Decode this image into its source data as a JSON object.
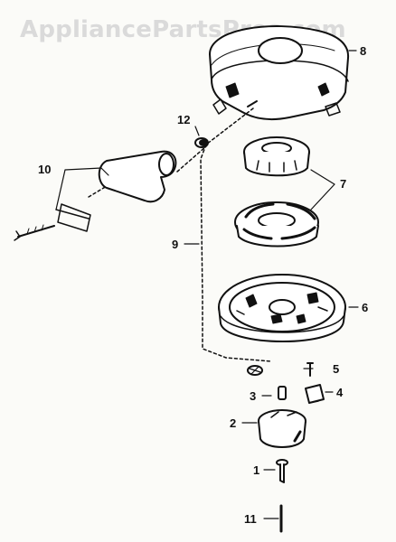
{
  "watermark": "AppliancePartsPros.com",
  "colors": {
    "ink": "#111111",
    "background": "#fbfbf8",
    "watermark": "#dadada"
  },
  "callouts": {
    "c1": "1",
    "c2": "2",
    "c3": "3",
    "c4": "4",
    "c5": "5",
    "c6": "6",
    "c7": "7",
    "c8": "8",
    "c9": "9",
    "c10": "10",
    "c11": "11",
    "c12": "12"
  }
}
